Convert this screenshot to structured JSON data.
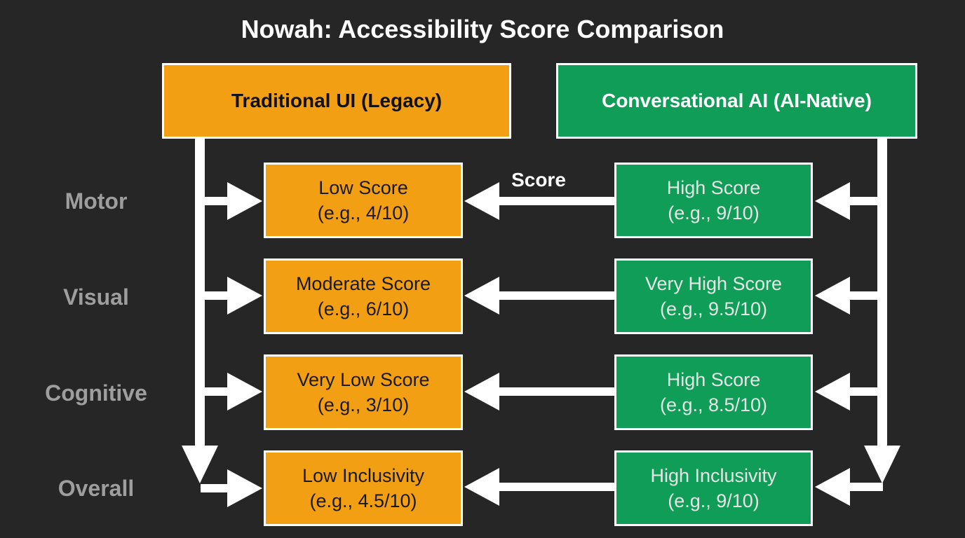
{
  "title": "Nowah: Accessibility Score Comparison",
  "headers": {
    "left": "Traditional UI (Legacy)",
    "right": "Conversational AI (AI-Native)"
  },
  "score_label": "Score",
  "rows": [
    {
      "label": "Motor",
      "legacy": {
        "title": "Low Score",
        "value": "(e.g., 4/10)"
      },
      "ai": {
        "title": "High Score",
        "value": "(e.g., 9/10)"
      }
    },
    {
      "label": "Visual",
      "legacy": {
        "title": "Moderate Score",
        "value": "(e.g., 6/10)"
      },
      "ai": {
        "title": "Very High Score",
        "value": "(e.g., 9.5/10)"
      }
    },
    {
      "label": "Cognitive",
      "legacy": {
        "title": "Very Low Score",
        "value": "(e.g., 3/10)"
      },
      "ai": {
        "title": "High Score",
        "value": "(e.g., 8.5/10)"
      }
    },
    {
      "label": "Overall",
      "legacy": {
        "title": "Low Inclusivity",
        "value": "(e.g., 4.5/10)"
      },
      "ai": {
        "title": "High Inclusivity",
        "value": "(e.g., 9/10)"
      }
    }
  ],
  "colors": {
    "background": "#262626",
    "legacy": "#f29f13",
    "ai_native": "#0f9d58",
    "row_label": "#9e9e9e",
    "connector": "#ffffff"
  }
}
